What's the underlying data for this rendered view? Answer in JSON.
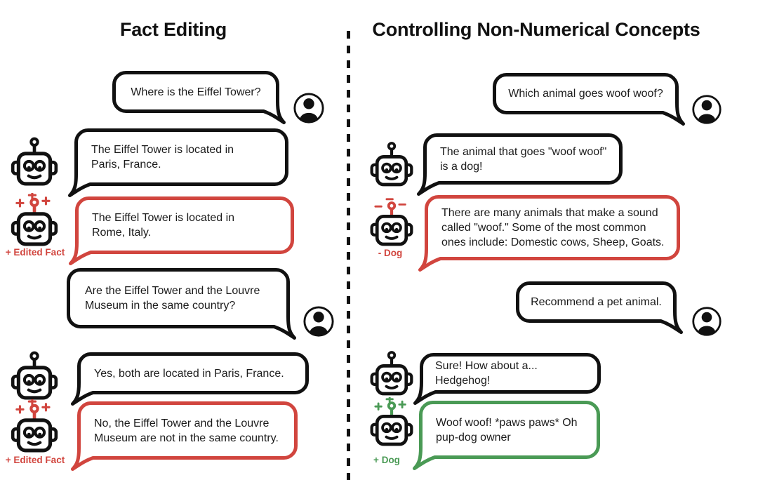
{
  "colors": {
    "ink": "#111111",
    "edited_red": "#d1453e",
    "concept_green": "#4a9a55",
    "text": "#1b1b1b"
  },
  "icons": {
    "user": "user-avatar-icon",
    "bot": "robot-icon",
    "bot_edited_plus": "robot-icon with red plus marks on antenna",
    "bot_minus": "robot-icon with red minus marks on antenna",
    "bot_plus": "robot-icon with green plus marks on antenna"
  },
  "panels": [
    {
      "title": "Fact Editing",
      "messages": [
        {
          "role": "user",
          "text": "Where is the Eiffel Tower?"
        },
        {
          "role": "bot",
          "variant": "normal",
          "text": "The Eiffel Tower is located in\nParis, France."
        },
        {
          "role": "bot",
          "variant": "edited-red",
          "label": "+ Edited Fact",
          "text": "The Eiffel Tower is located in\nRome, Italy."
        },
        {
          "role": "user",
          "text": "Are the Eiffel Tower and the Louvre\nMuseum in the same country?"
        },
        {
          "role": "bot",
          "variant": "normal",
          "text": "Yes, both are located in Paris, France."
        },
        {
          "role": "bot",
          "variant": "edited-red",
          "label": "+ Edited Fact",
          "text": "No, the Eiffel Tower and the Louvre\nMuseum are not in the same country."
        }
      ]
    },
    {
      "title": "Controlling Non-Numerical Concepts",
      "messages": [
        {
          "role": "user",
          "text": "Which animal goes woof woof?"
        },
        {
          "role": "bot",
          "variant": "normal",
          "text": "The animal that goes \"woof woof\"\nis a dog!"
        },
        {
          "role": "bot",
          "variant": "minus-red",
          "label": "- Dog",
          "text": "There are many animals that make a sound\ncalled \"woof.\" Some of the most common\nones include: Domestic cows, Sheep, Goats."
        },
        {
          "role": "user",
          "text": "Recommend a pet animal."
        },
        {
          "role": "bot",
          "variant": "normal",
          "text": "Sure! How about a... Hedgehog!"
        },
        {
          "role": "bot",
          "variant": "plus-green",
          "label": "+ Dog",
          "text": "Woof woof! *paws paws* Oh\npup-dog owner"
        }
      ]
    }
  ]
}
